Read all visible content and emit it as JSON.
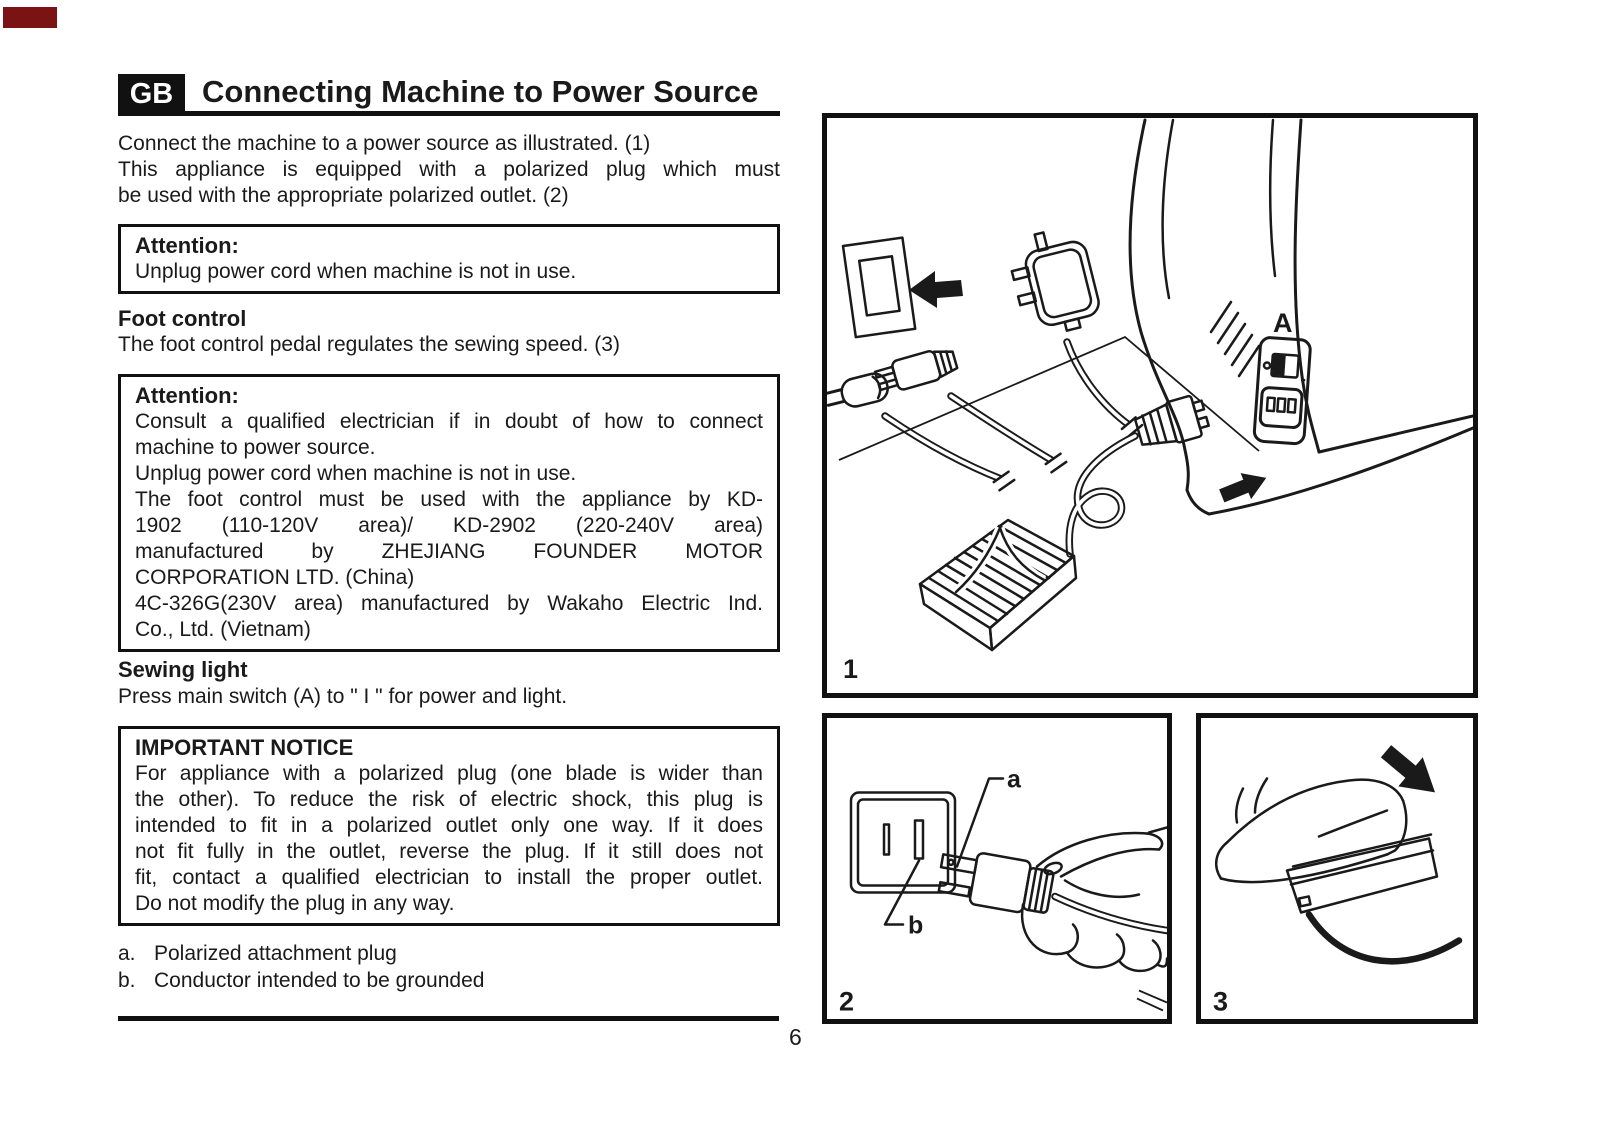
{
  "page": {
    "badge": "GB",
    "title": "Connecting Machine to Power Source",
    "page_number": "6"
  },
  "intro": {
    "lines": [
      "Connect the machine to a power source as illustrated. (1)",
      "This appliance is equipped with a polarized plug which must",
      "be used with the appropriate polarized outlet. (2)"
    ]
  },
  "attention1": {
    "heading": "Attention:",
    "lines": [
      "Unplug power cord when machine is not in use."
    ]
  },
  "foot_control": {
    "heading": "Foot control",
    "line": "The foot control pedal regulates the sewing speed. (3)"
  },
  "attention2": {
    "heading": "Attention:",
    "lines": [
      "Consult a qualified electrician if in doubt of how to connect",
      "machine to power source.",
      "Unplug power cord when machine is not in use.",
      "The foot control must be used with the appliance by KD-",
      "1902 (110-120V area)/ KD-2902 (220-240V area)",
      "manufactured by ZHEJIANG FOUNDER MOTOR",
      "CORPORATION LTD. (China)",
      "4C-326G(230V area) manufactured by Wakaho Electric Ind.",
      "Co., Ltd. (Vietnam)"
    ]
  },
  "sewing_light": {
    "heading": "Sewing light",
    "line": "Press main switch (A) to \" I \" for power and light."
  },
  "notice": {
    "heading": "IMPORTANT NOTICE",
    "lines": [
      "For appliance with a polarized plug (one blade is wider than",
      "the other). To reduce the risk of electric shock, this plug is",
      "intended to fit in a polarized outlet only one way. If it does",
      "not fit fully in the outlet, reverse the plug. If it still does not",
      "fit, contact a qualified electrician to install the proper outlet.",
      "Do not modify the plug in any way."
    ]
  },
  "legend": {
    "items": [
      {
        "key": "a.",
        "text": "Polarized attachment plug"
      },
      {
        "key": "b.",
        "text": "Conductor intended to be grounded"
      }
    ]
  },
  "figures": {
    "fig1": "1",
    "fig2": "2",
    "fig3": "3",
    "switch_label": "A",
    "callout_a": "a",
    "callout_b": "b"
  },
  "colors": {
    "ink": "#1a1a1a",
    "paper": "#ffffff",
    "corner_marker": "#7b1315"
  }
}
